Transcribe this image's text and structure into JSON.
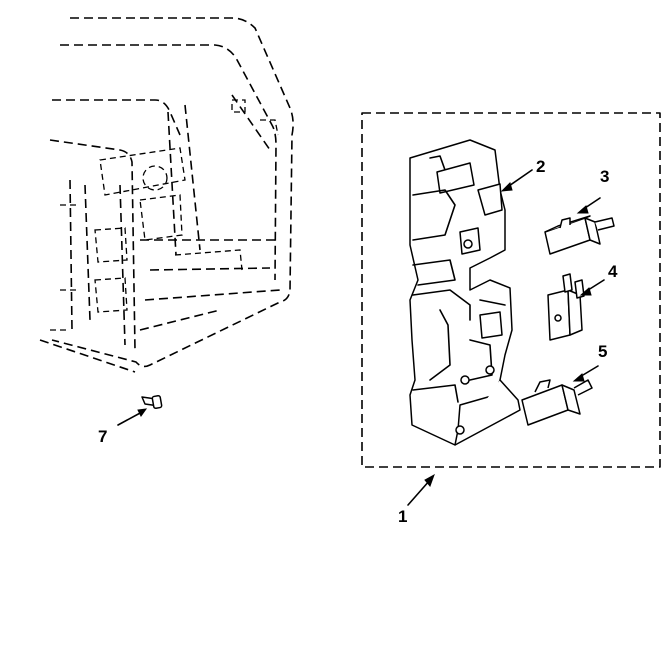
{
  "callouts": {
    "kit": "1",
    "bracket": "2",
    "switch_a": "3",
    "switch_b": "4",
    "switch_c": "5",
    "screw": "7"
  },
  "colors": {
    "ink": "#000000",
    "paper": "#ffffff"
  }
}
